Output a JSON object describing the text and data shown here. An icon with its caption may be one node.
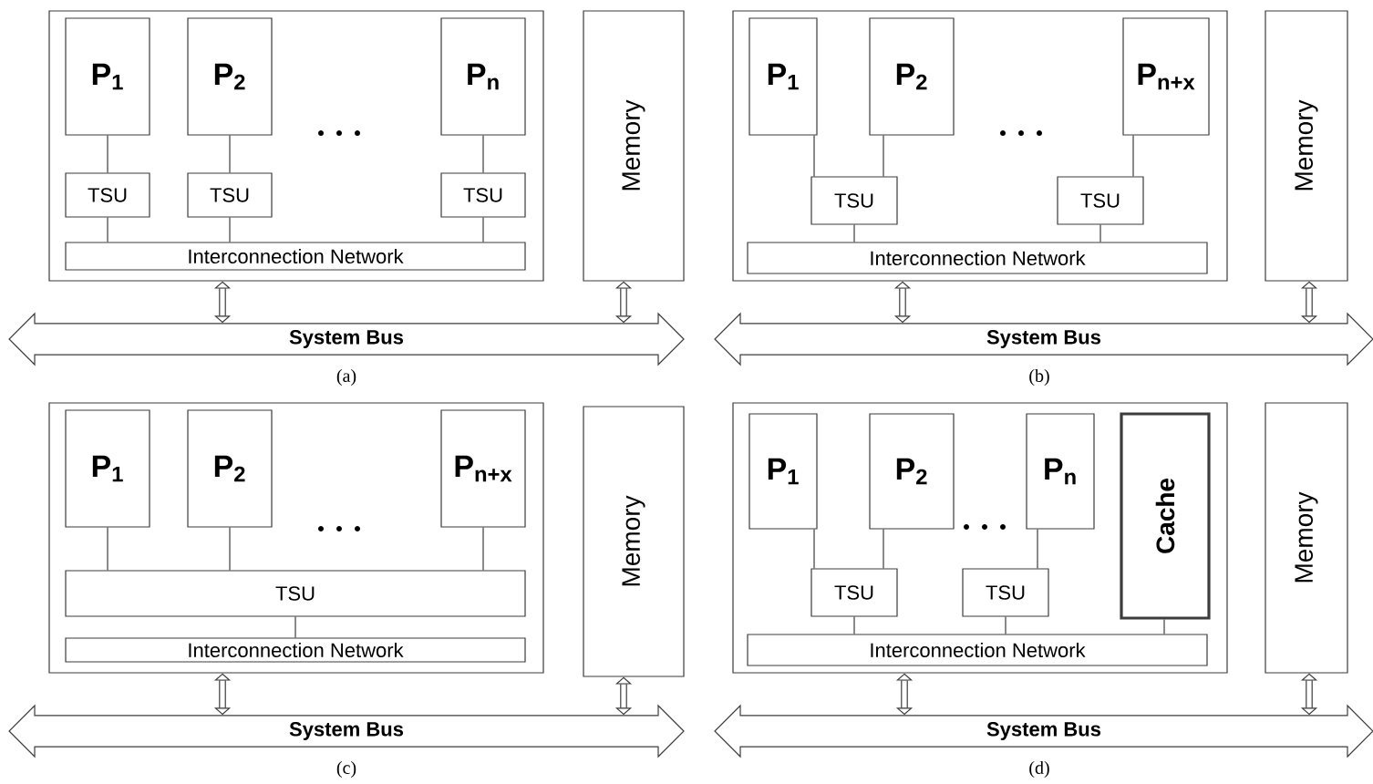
{
  "diagram": {
    "nodes": [
      {
        "text": [],
        "shape": "box"
      },
      {
        "text": [
          "P$_{1}$"
        ],
        "in": 0
      },
      {
        "text": [
          "P$_{2}$"
        ],
        "in": 0
      },
      {
        "text": [
          "P$_{n}$"
        ],
        "in": 0
      },
      {
        "text": [
          "TSU"
        ],
        "in": 0
      },
      {
        "text": [
          "TSU"
        ],
        "in": 0
      },
      {
        "text": [
          "TSU"
        ],
        "in": 0
      },
      {
        "text": [
          "Interconnection Network"
        ],
        "in": 0
      },
      {
        "text": [
          "Memory"
        ]
      },
      {
        "text": [
          "System Bus"
        ]
      },
      {
        "text": [],
        "shape": "box"
      },
      {
        "text": [
          "P$_{1}$"
        ],
        "in": 10
      },
      {
        "text": [
          "P$_{2}$"
        ],
        "in": 10
      },
      {
        "text": [
          "P$_{n+x}$"
        ],
        "in": 10
      },
      {
        "text": [
          "TSU"
        ],
        "in": 10
      },
      {
        "text": [
          "TSU"
        ],
        "in": 10
      },
      {
        "text": [
          "Interconnection Network"
        ],
        "in": 10
      },
      {
        "text": [
          "Memory"
        ]
      },
      {
        "text": [
          "System Bus"
        ]
      },
      {
        "text": [],
        "shape": "box"
      },
      {
        "text": [
          "P$_{1}$"
        ],
        "in": 19
      },
      {
        "text": [
          "P$_{2}$"
        ],
        "in": 19
      },
      {
        "text": [
          "P$_{n+x}$"
        ],
        "in": 19
      },
      {
        "text": [
          "TSU"
        ],
        "in": 19
      },
      {
        "text": [
          "Interconnection Network"
        ],
        "in": 19
      },
      {
        "text": [
          "Memory"
        ]
      },
      {
        "text": [
          "System Bus"
        ]
      },
      {
        "text": [],
        "shape": "box"
      },
      {
        "text": [
          "P$_{1}$"
        ],
        "in": 27
      },
      {
        "text": [
          "P$_{2}$"
        ],
        "in": 27
      },
      {
        "text": [
          "P$_{n}$"
        ],
        "in": 27
      },
      {
        "text": [
          "Cache"
        ],
        "in": 27
      },
      {
        "text": [
          "TSU"
        ],
        "in": 27
      },
      {
        "text": [
          "TSU"
        ],
        "in": 27
      },
      {
        "text": [
          "Interconnection Network"
        ],
        "in": 27
      },
      {
        "text": [
          "Memory"
        ]
      },
      {
        "text": [
          "System Bus"
        ]
      }
    ],
    "edges": [
      {
        "from": 1,
        "to": 4,
        "arrow": "none"
      },
      {
        "from": 2,
        "to": 5,
        "arrow": "none"
      },
      {
        "from": 3,
        "to": 6,
        "arrow": "none"
      },
      {
        "from": 4,
        "to": 7,
        "arrow": "none"
      },
      {
        "from": 5,
        "to": 7,
        "arrow": "none"
      },
      {
        "from": 6,
        "to": 7,
        "arrow": "none"
      },
      {
        "from": 0,
        "to": 9,
        "arrow": "both",
        "style": "thick"
      },
      {
        "from": 8,
        "to": 9,
        "arrow": "both",
        "style": "thick"
      },
      {
        "from": 11,
        "to": 14,
        "arrow": "none"
      },
      {
        "from": 12,
        "to": 14,
        "arrow": "none"
      },
      {
        "from": 13,
        "to": 15,
        "arrow": "none"
      },
      {
        "from": 14,
        "to": 16,
        "arrow": "none"
      },
      {
        "from": 15,
        "to": 16,
        "arrow": "none"
      },
      {
        "from": 10,
        "to": 18,
        "arrow": "both",
        "style": "thick"
      },
      {
        "from": 17,
        "to": 18,
        "arrow": "both",
        "style": "thick"
      },
      {
        "from": 20,
        "to": 23,
        "arrow": "none"
      },
      {
        "from": 21,
        "to": 23,
        "arrow": "none"
      },
      {
        "from": 22,
        "to": 23,
        "arrow": "none"
      },
      {
        "from": 23,
        "to": 24,
        "arrow": "none"
      },
      {
        "from": 19,
        "to": 26,
        "arrow": "both",
        "style": "thick"
      },
      {
        "from": 25,
        "to": 26,
        "arrow": "both",
        "style": "thick"
      },
      {
        "from": 28,
        "to": 32,
        "arrow": "none"
      },
      {
        "from": 29,
        "to": 32,
        "arrow": "none"
      },
      {
        "from": 30,
        "to": 33,
        "arrow": "none"
      },
      {
        "from": 32,
        "to": 34,
        "arrow": "none"
      },
      {
        "from": 33,
        "to": 34,
        "arrow": "none"
      },
      {
        "from": 31,
        "to": 34,
        "arrow": "none"
      },
      {
        "from": 27,
        "to": 36,
        "arrow": "both",
        "style": "thick"
      },
      {
        "from": 35,
        "to": 36,
        "arrow": "both",
        "style": "thick"
      }
    ],
    "labels": [
      "(a)",
      "(b)",
      "(c)",
      "(d)"
    ]
  }
}
